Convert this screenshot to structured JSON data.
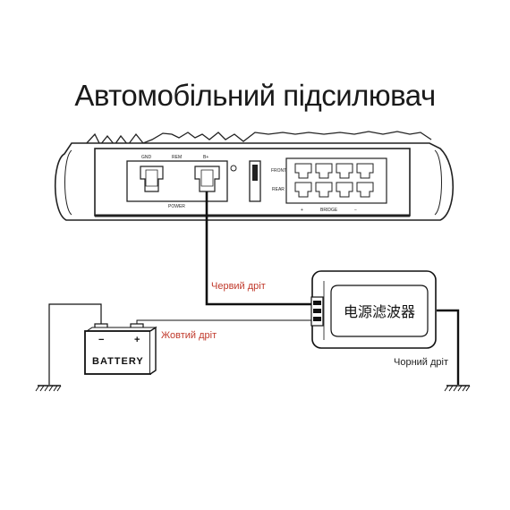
{
  "title": "Автомобільний підсилювач",
  "amplifier": {
    "terminal_labels": [
      "GND",
      "REM",
      "B+"
    ],
    "power_label": "POWER",
    "front_label": "FRONT",
    "rear_label": "REAR",
    "bridge_label": "BRIDGE",
    "plus_sign": "+",
    "minus_sign": "−"
  },
  "battery": {
    "label": "BATTERY",
    "minus_sign": "−",
    "plus_sign": "+"
  },
  "filter": {
    "label": "电源滤波器"
  },
  "wires": {
    "red": "Червий дріт",
    "yellow": "Жовтий дріт",
    "black": "Чорний дріт"
  },
  "colors": {
    "red_label": "#c0392b",
    "line": "#111111"
  }
}
